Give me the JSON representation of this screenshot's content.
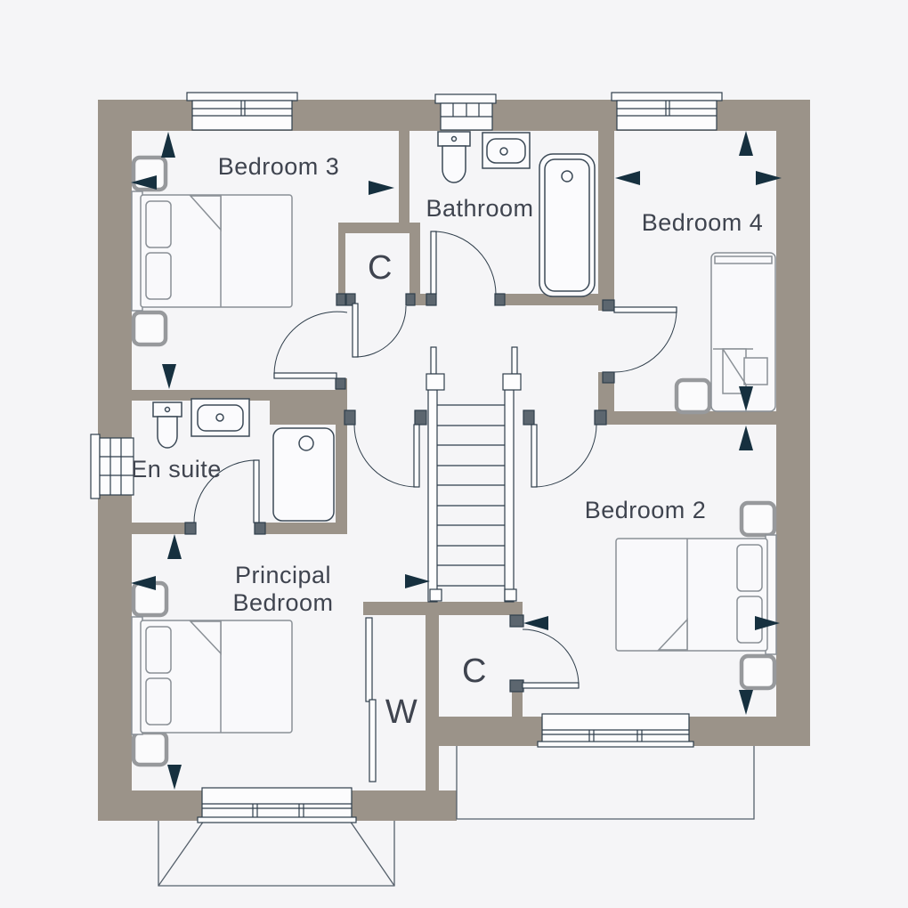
{
  "colors": {
    "bg": "#f5f5f7",
    "wall": "#9b9389",
    "line": "#2f3e4b",
    "arrow": "#16303f",
    "text": "#3f444f"
  },
  "labels": {
    "bedroom3": "Bedroom 3",
    "bathroom": "Bathroom",
    "bedroom4": "Bedroom 4",
    "closet_top": "C",
    "en_suite": "En suite",
    "principal_line1": "Principal",
    "principal_line2": "Bedroom",
    "bedroom2": "Bedroom 2",
    "closet_bottom": "C",
    "wardrobe": "W"
  }
}
